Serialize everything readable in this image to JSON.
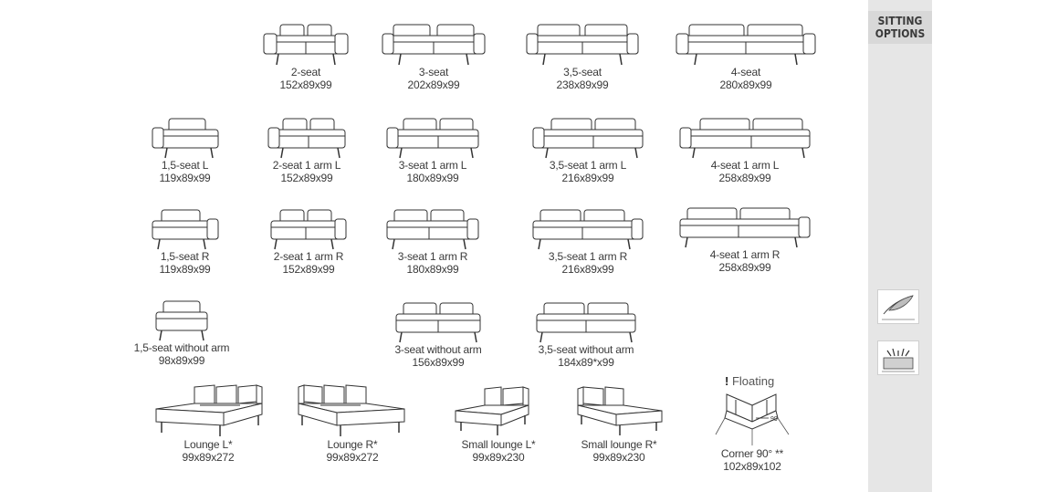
{
  "sidebar": {
    "title_line1": "SITTING",
    "title_line2": "OPTIONS",
    "thumbs": [
      {
        "icon": "feather-fabric-swatch-icon"
      },
      {
        "icon": "fur-fabric-swatch-icon"
      }
    ]
  },
  "floating_note": {
    "mark": "!",
    "text": "Floating"
  },
  "items": {
    "seat2": {
      "name": "2-seat",
      "dims": "152x89x99"
    },
    "seat3": {
      "name": "3-seat",
      "dims": "202x89x99"
    },
    "seat35": {
      "name": "3,5-seat",
      "dims": "238x89x99"
    },
    "seat4": {
      "name": "4-seat",
      "dims": "280x89x99"
    },
    "seat15L": {
      "name": "1,5-seat L",
      "dims": "119x89x99"
    },
    "seat2armL": {
      "name": "2-seat 1 arm L",
      "dims": "152x89x99"
    },
    "seat3armL": {
      "name": "3-seat 1 arm L",
      "dims": "180x89x99"
    },
    "seat35armL": {
      "name": "3,5-seat 1 arm L",
      "dims": "216x89x99"
    },
    "seat4armL": {
      "name": "4-seat 1 arm L",
      "dims": "258x89x99"
    },
    "seat15R": {
      "name": "1,5-seat R",
      "dims": "119x89x99"
    },
    "seat2armR": {
      "name": "2-seat 1 arm R",
      "dims": "152x89x99"
    },
    "seat3armR": {
      "name": "3-seat 1 arm R",
      "dims": "180x89x99"
    },
    "seat35armR": {
      "name": "3,5-seat 1 arm R",
      "dims": "216x89x99"
    },
    "seat4armR": {
      "name": "4-seat 1 arm R",
      "dims": "258x89x99"
    },
    "seat15noarm": {
      "name": "1,5-seat without arm",
      "dims": "98x89x99"
    },
    "seat3noarm": {
      "name": "3-seat without arm",
      "dims": "156x89x99"
    },
    "seat35noarm": {
      "name": "3,5-seat without arm",
      "dims": "184x89*x99"
    },
    "loungeL": {
      "name": "Lounge L*",
      "dims": "99x89x272"
    },
    "loungeR": {
      "name": "Lounge R*",
      "dims": "99x89x272"
    },
    "smallLoungeL": {
      "name": "Small lounge L*",
      "dims": "99x89x230"
    },
    "smallLoungeR": {
      "name": "Small lounge R*",
      "dims": "99x89x230"
    },
    "corner": {
      "name": "Corner 90° **",
      "dims": "102x89x102",
      "depth_mark": "99"
    }
  }
}
